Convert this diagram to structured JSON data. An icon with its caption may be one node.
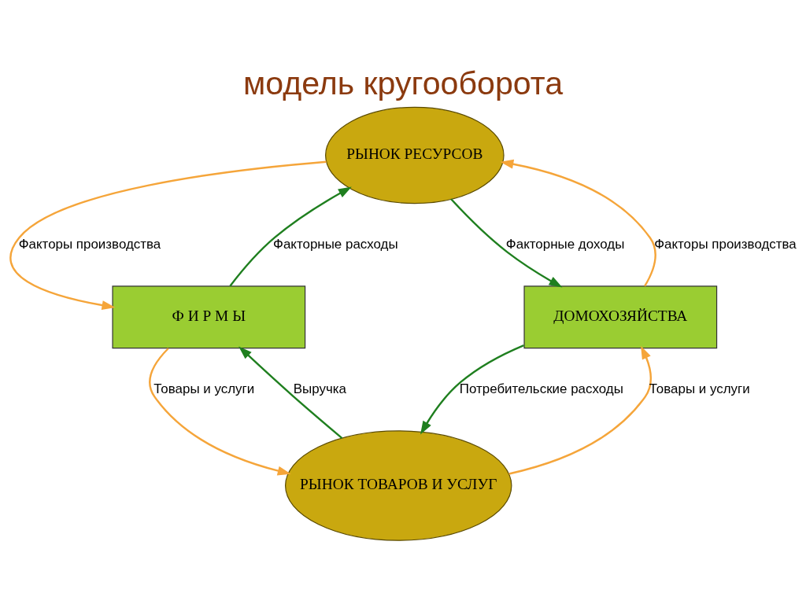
{
  "diagram": {
    "title": "модель кругооборота",
    "nodes": [
      {
        "text": [
          "РЫНОК РЕСУРСОВ"
        ]
      },
      {
        "text": [
          "Ф И Р М Ы"
        ]
      },
      {
        "text": [
          "ДОМОХОЗЯЙСТВА"
        ]
      },
      {
        "text": [
          "РЫНОК ТОВАРОВ И УСЛУГ"
        ]
      }
    ],
    "edges": [
      {
        "from": 0,
        "to": 1,
        "arrow": "to",
        "label": "Факторы производства",
        "color": "#f5a53a"
      },
      {
        "from": 1,
        "to": 0,
        "arrow": "to",
        "label": "Факторные расходы",
        "color": "#1f7f1f"
      },
      {
        "from": 2,
        "to": 0,
        "arrow": "to",
        "label": "Факторы производства",
        "color": "#f5a53a"
      },
      {
        "from": 0,
        "to": 2,
        "arrow": "to",
        "label": "Факторные доходы",
        "color": "#1f7f1f"
      },
      {
        "from": 2,
        "to": 3,
        "arrow": "to",
        "label": "Потребительские расходы",
        "color": "#1f7f1f"
      },
      {
        "from": 3,
        "to": 2,
        "arrow": "to",
        "label": "Товары и услуги",
        "color": "#f5a53a"
      },
      {
        "from": 3,
        "to": 1,
        "arrow": "to",
        "label": "Выручка",
        "color": "#1f7f1f"
      },
      {
        "from": 1,
        "to": 3,
        "arrow": "to",
        "label": "Товары и услуги",
        "color": "#f5a53a"
      }
    ]
  }
}
